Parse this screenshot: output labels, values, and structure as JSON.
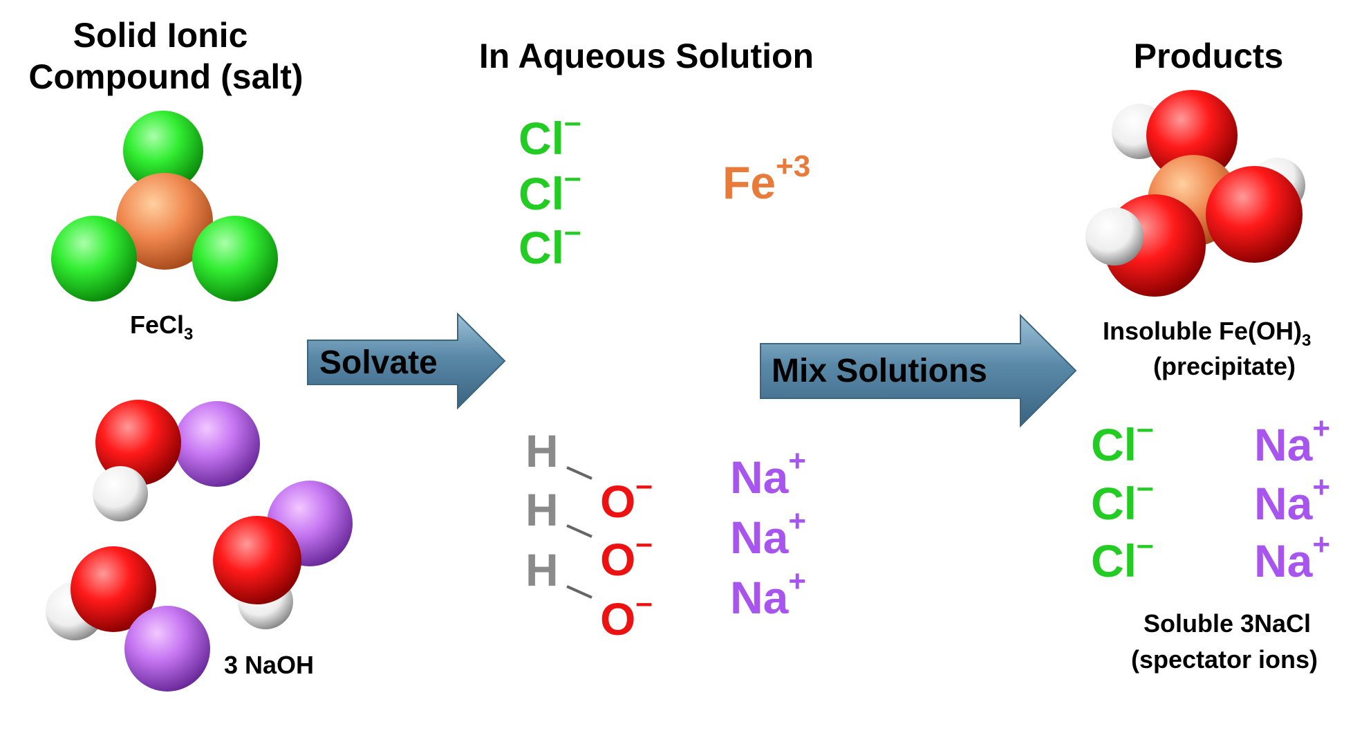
{
  "headings": {
    "solid_line1": "Solid Ionic",
    "solid_line2": "Compound (salt)",
    "aqueous": "In Aqueous Solution",
    "products": "Products"
  },
  "labels": {
    "fecl3_base": "FeCl",
    "fecl3_sub": "3",
    "naoh": "3 NaOH",
    "insoluble_base": "Insoluble Fe(OH)",
    "insoluble_sub": "3",
    "precipitate": "(precipitate)",
    "soluble": "Soluble 3NaCl",
    "spectator": "(spectator ions)"
  },
  "arrows": {
    "solvate": "Solvate",
    "mix": "Mix Solutions"
  },
  "ions": {
    "cl": "Cl",
    "cl_charge": "–",
    "fe": "Fe",
    "fe_charge": "+3",
    "h": "H",
    "o": "O",
    "o_charge": "–",
    "na": "Na",
    "na_charge": "+"
  },
  "colors": {
    "chlorine": "#22cc22",
    "iron": "#e87a3a",
    "oxygen": "#ee1111",
    "hydrogen_text": "#8a8a8a",
    "sodium": "#a855f0",
    "arrow_fill": "#4f7c99",
    "arrow_highlight": "#8fb4cc"
  }
}
